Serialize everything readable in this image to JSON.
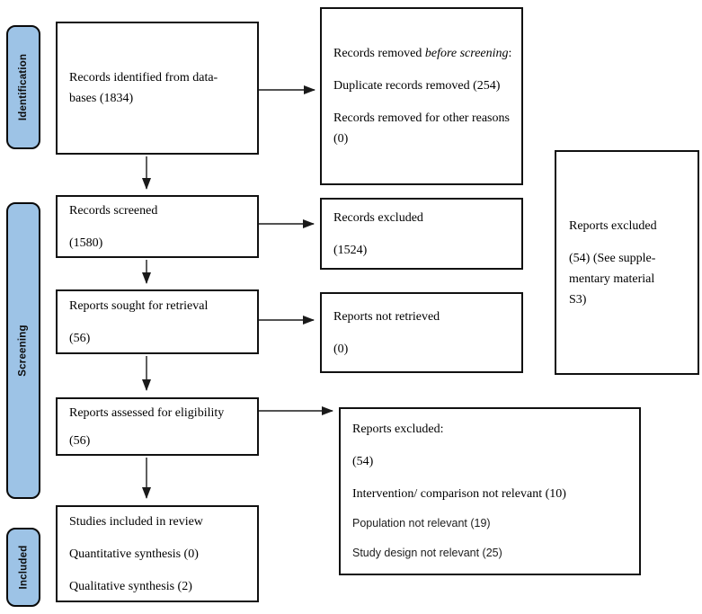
{
  "colors": {
    "stage_fill": "#9DC3E6",
    "box_border": "#111111"
  },
  "stages": {
    "identification": "Identification",
    "screening": "Screening",
    "included": "Included"
  },
  "boxes": {
    "records_identified": {
      "lines": [
        "Records identified from data-",
        "bases (1834)"
      ]
    },
    "records_removed": {
      "heading_prefix": "Records removed ",
      "heading_italic": "before screening",
      "heading_suffix": ":",
      "items": [
        "Duplicate records removed (254)",
        "Records removed for other reasons (0)"
      ]
    },
    "records_screened": {
      "lines": [
        "Records screened",
        "(1580)"
      ]
    },
    "records_excluded": {
      "lines": [
        "Records excluded",
        "(1524)"
      ]
    },
    "reports_sought": {
      "lines": [
        "Reports sought for retrieval",
        "(56)"
      ]
    },
    "reports_not_retrieved": {
      "lines": [
        "Reports not retrieved",
        "(0)"
      ]
    },
    "reports_assessed": {
      "lines": [
        "Reports assessed for eligibility",
        "(56)"
      ]
    },
    "reports_excluded_supp": {
      "lines": [
        "Reports excluded",
        "(54) (See supple-",
        "mentary material",
        "S3)"
      ]
    },
    "reports_excluded_reasons": {
      "title": "Reports excluded:",
      "count": "(54)",
      "serif_reason": "Intervention/ comparison not relevant (10)",
      "sans_reasons": [
        "Population not relevant (19)",
        "Study design not relevant (25)"
      ]
    },
    "studies_included": {
      "lines": [
        "Studies included in review",
        "Quantitative synthesis (0)",
        "Qualitative synthesis (2)"
      ]
    }
  }
}
